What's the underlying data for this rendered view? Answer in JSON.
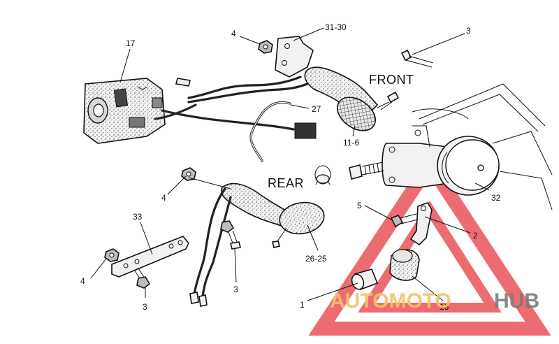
{
  "labels": {
    "front": "FRONT",
    "rear": "REAR",
    "c17": "17",
    "c4a": "4",
    "c3130": "31-30",
    "c3a": "3",
    "c27": "27",
    "c116": "11-6",
    "c32": "32",
    "c4b": "4",
    "c33": "33",
    "c4c": "4",
    "c3b": "3",
    "c3c": "3",
    "c2625": "26-25",
    "c5": "5",
    "c2": "2",
    "c1": "1",
    "c16": "16"
  },
  "watermark": {
    "part1": "AUTOMOTO",
    "part2": "HUB",
    "color_light": "#f5c26b",
    "color_dark": "#7a7a7a",
    "triangle_color": "#e8434a"
  }
}
